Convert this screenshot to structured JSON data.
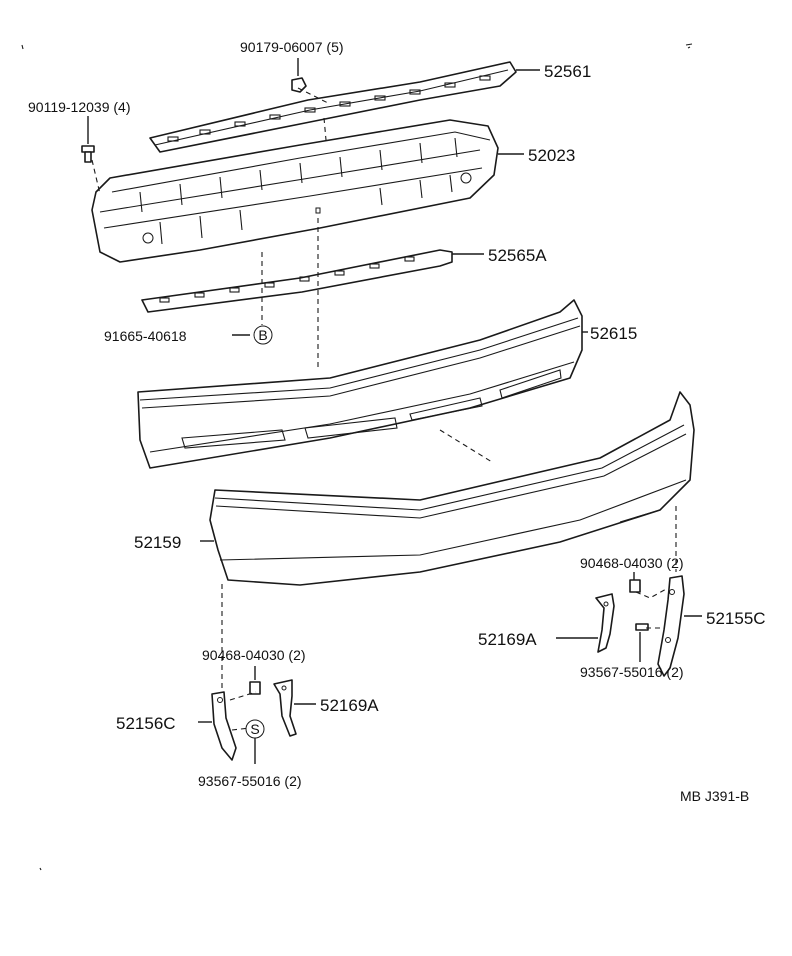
{
  "labels": {
    "l52561": "52561",
    "l52023": "52023",
    "l52565A": "52565A",
    "l52615": "52615",
    "l52159": "52159",
    "l52155C": "52155C",
    "l52169A_right": "52169A",
    "l52169A_left": "52169A",
    "l52156C": "52156C",
    "l90179": "90179-06007 (5)",
    "l90119": "90119-12039 (4)",
    "l91665": "91665-40618",
    "l90468_right": "90468-04030 (2)",
    "l93567_right": "93567-55016 (2)",
    "l90468_left": "90468-04030 (2)",
    "l93567_left": "93567-55016 (2)",
    "ref": "MB J391-B"
  },
  "symbols": {
    "b_symbol": "B",
    "s_symbol": "S"
  }
}
